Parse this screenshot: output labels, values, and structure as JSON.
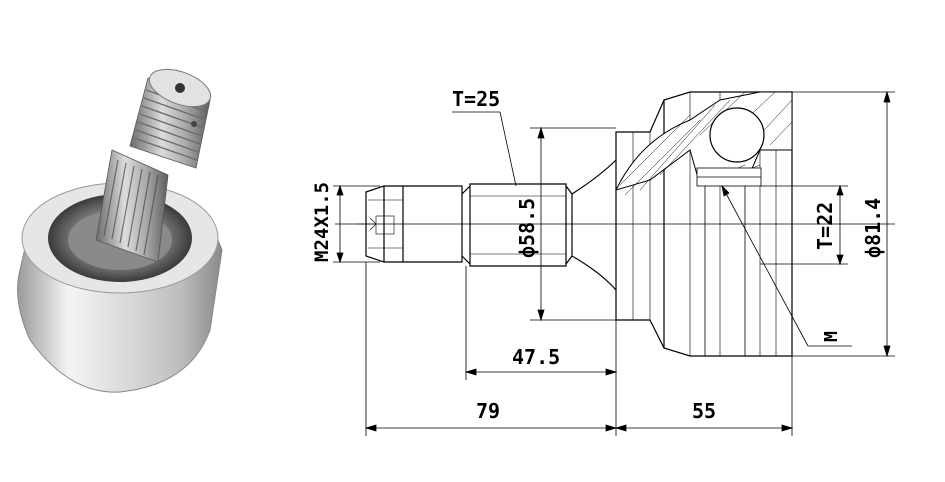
{
  "drawing": {
    "labels": {
      "spline_t_outer": "T=25",
      "thread": "M24X1.5",
      "shaft_diameter": "ф58.5",
      "housing_diameter": "ф81.4",
      "spline_t_inner": "T=22",
      "inner_mark": "M",
      "dim_shaft": "47.5",
      "dim_total_left": "79",
      "dim_total_right": "55"
    }
  },
  "colors": {
    "line": "#000000",
    "background": "#ffffff",
    "metal_light": "#f2f2f2",
    "metal_dark": "#5a5a5a"
  }
}
